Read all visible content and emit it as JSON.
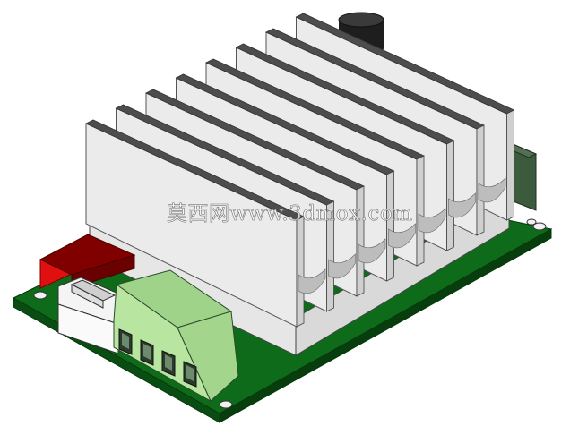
{
  "watermark": {
    "text": "莫西网www.3dmox.com"
  },
  "colors": {
    "background": "#ffffff",
    "pcb_top": "#0e6b1a",
    "pcb_edge": "#0a4d12",
    "heatsink_face": "#ebebeb",
    "heatsink_edge": "#555555",
    "terminal_block": "#b8e6a0",
    "red_connector": "#e01010",
    "white_connector": "#f4f4f4",
    "capacitor": "#222222"
  },
  "objects": {
    "board": "pcb-board",
    "heatsink": "heatsink",
    "heatsink_fin_count": 8,
    "terminal_block": "green-terminal-block",
    "terminal_pin_count": 4,
    "red_connector": "red-connector",
    "white_connector": "white-connector",
    "capacitor": "capacitor",
    "mounting_hole_count": 4
  }
}
